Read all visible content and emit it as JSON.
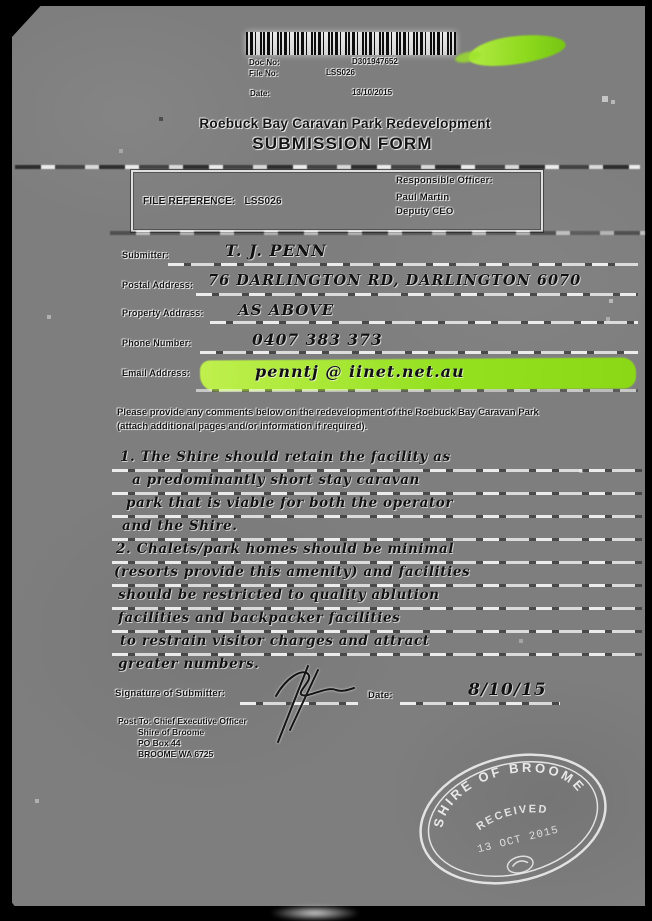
{
  "header": {
    "doc_rows": [
      {
        "label": "Doc No:",
        "value": "D301947652"
      },
      {
        "label": "File No:",
        "value": "LSS026"
      },
      {
        "label": "Date:",
        "value": "13/10/2015"
      }
    ]
  },
  "title": {
    "line1": "Roebuck Bay Caravan Park Redevelopment",
    "line2": "SUBMISSION FORM"
  },
  "reference_box": {
    "file_reference_label": "FILE REFERENCE:",
    "file_reference_value": "LSS026",
    "responsible_officer_label": "Responsible Officer:",
    "officer_name": "Paul Martin",
    "officer_title": "Deputy CEO"
  },
  "fields": [
    {
      "label": "Submitter:",
      "value": "T. J. PENN"
    },
    {
      "label": "Postal Address:",
      "value": "76 DARLINGTON RD, DARLINGTON 6070"
    },
    {
      "label": "Property Address:",
      "value": "AS ABOVE"
    },
    {
      "label": "Phone Number:",
      "value": "0407 383 373"
    },
    {
      "label": "Email Address:",
      "value": "penntj @ iinet.net.au"
    }
  ],
  "comments": {
    "instruction": "Please provide any comments below on the redevelopment of the Roebuck Bay Caravan Park (attach additional pages and/or information if required).",
    "lines": [
      "1. The Shire should retain the facility as",
      "a predominantly short stay caravan",
      "park that is viable for both the operator",
      "and the Shire.",
      "2. Chalets/park homes should be minimal",
      "(resorts provide this amenity) and facilities",
      "should be restricted to quality ablution",
      "facilities and backpacker facilities",
      "to restrain visitor charges and attract",
      "greater numbers."
    ]
  },
  "signature": {
    "label": "Signature of Submitter:",
    "date_label": "Date:",
    "date_value": "8/10/15"
  },
  "post_block": {
    "lines": [
      "Post To: Chief Executive Officer",
      "Shire of Broome",
      "PO Box 44",
      "BROOME WA 6725"
    ]
  },
  "stamp": {
    "arc_text": "SHIRE  OF  BROOME",
    "received": "RECEIVED",
    "date": "13 OCT 2015"
  },
  "colors": {
    "highlight": "#96e61e",
    "page_background": "#7e7e7e"
  }
}
